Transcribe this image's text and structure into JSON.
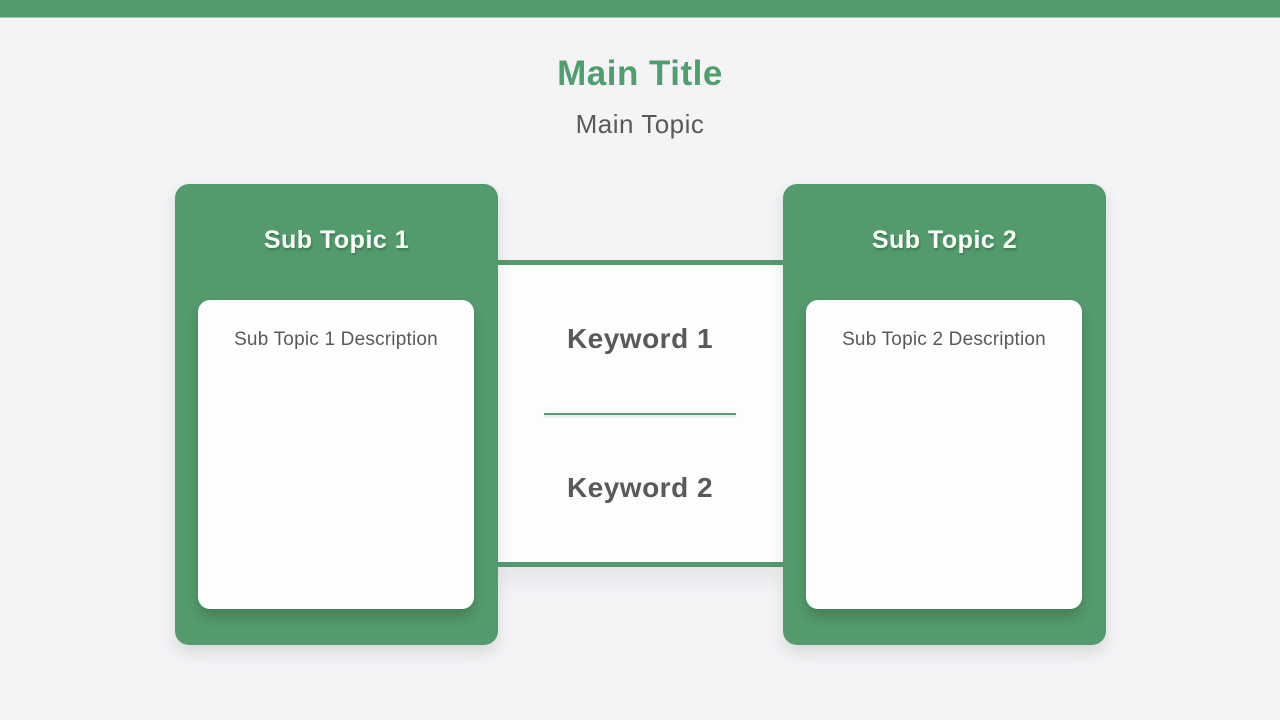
{
  "page": {
    "background_color": "#f4f3f6",
    "accent_green": "#539a6c",
    "text_gray": "#595959"
  },
  "topbar": {},
  "header": {
    "title": "Main Title",
    "subtitle": "Main Topic"
  },
  "left_card": {
    "title": "Sub Topic 1",
    "description": "Sub Topic 1 Description"
  },
  "right_card": {
    "title": "Sub Topic 2",
    "description": "Sub Topic 2 Description"
  },
  "center_panel": {
    "keyword1": "Keyword 1",
    "keyword2": "Keyword 2"
  }
}
